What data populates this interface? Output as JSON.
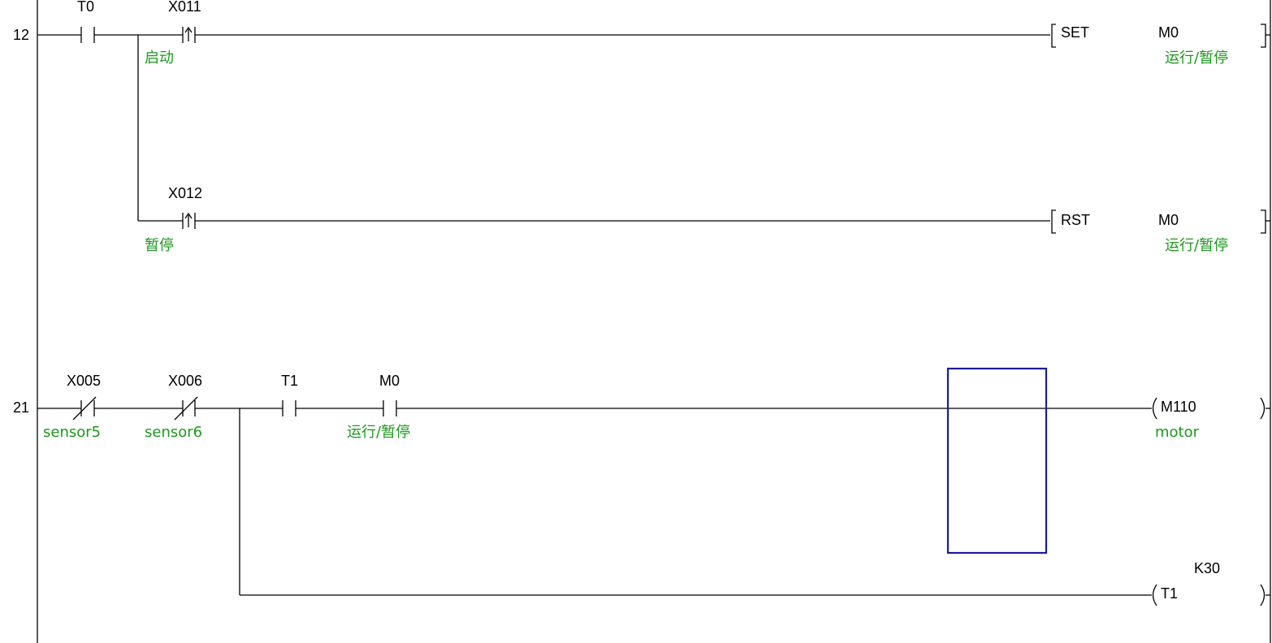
{
  "rungs": [
    {
      "step": "12",
      "contacts": [
        {
          "device": "T0",
          "comment": "",
          "kind": "no"
        },
        {
          "device": "X011",
          "comment": "启动",
          "kind": "rising"
        },
        {
          "device": "X012",
          "comment": "暂停",
          "kind": "rising"
        }
      ],
      "outputs": [
        {
          "instruction": "SET",
          "device": "M0",
          "comment": "运行/暂停"
        },
        {
          "instruction": "RST",
          "device": "M0",
          "comment": "运行/暂停"
        }
      ]
    },
    {
      "step": "21",
      "contacts": [
        {
          "device": "X005",
          "comment": "sensor5",
          "kind": "nc"
        },
        {
          "device": "X006",
          "comment": "sensor6",
          "kind": "nc"
        },
        {
          "device": "T1",
          "comment": "",
          "kind": "no"
        },
        {
          "device": "M0",
          "comment": "运行/暂停",
          "kind": "no"
        }
      ],
      "coils": [
        {
          "device": "M110",
          "comment": "motor",
          "setting": ""
        },
        {
          "device": "T1",
          "comment": "",
          "setting": "K30"
        }
      ]
    }
  ],
  "colors": {
    "comment": "#1a9a1a",
    "wire": "#000000",
    "cursor": "#1b1b9c"
  }
}
